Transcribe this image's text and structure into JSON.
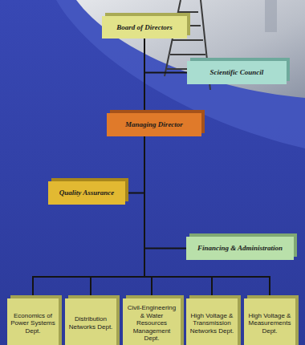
{
  "diagram": {
    "nodes": [
      {
        "text": [
          "Board of Directors"
        ]
      },
      {
        "text": [
          "Scientific Council"
        ]
      },
      {
        "text": [
          "Managing Director"
        ]
      },
      {
        "text": [
          "Quality Assurance"
        ]
      },
      {
        "text": [
          "Financing & Administration"
        ]
      },
      {
        "text": [
          "Economics of Power Systems Dept."
        ]
      },
      {
        "text": [
          "Distribution Networks Dept."
        ]
      },
      {
        "text": [
          "Civil-Engineering & Water Resources Management Dept."
        ]
      },
      {
        "text": [
          "High Voltage & Transmission Networks Dept."
        ]
      },
      {
        "text": [
          "High Voltage & Measurements Dept."
        ]
      }
    ],
    "edges": [
      {
        "from": 0,
        "to": 1,
        "arrow": "none"
      },
      {
        "from": 0,
        "to": 2,
        "arrow": "none"
      },
      {
        "from": 2,
        "to": 3,
        "arrow": "none"
      },
      {
        "from": 2,
        "to": 4,
        "arrow": "none"
      },
      {
        "from": 2,
        "to": 5,
        "arrow": "none"
      },
      {
        "from": 2,
        "to": 6,
        "arrow": "none"
      },
      {
        "from": 2,
        "to": 7,
        "arrow": "none"
      },
      {
        "from": 2,
        "to": 8,
        "arrow": "none"
      },
      {
        "from": 2,
        "to": 9,
        "arrow": "none"
      }
    ]
  }
}
